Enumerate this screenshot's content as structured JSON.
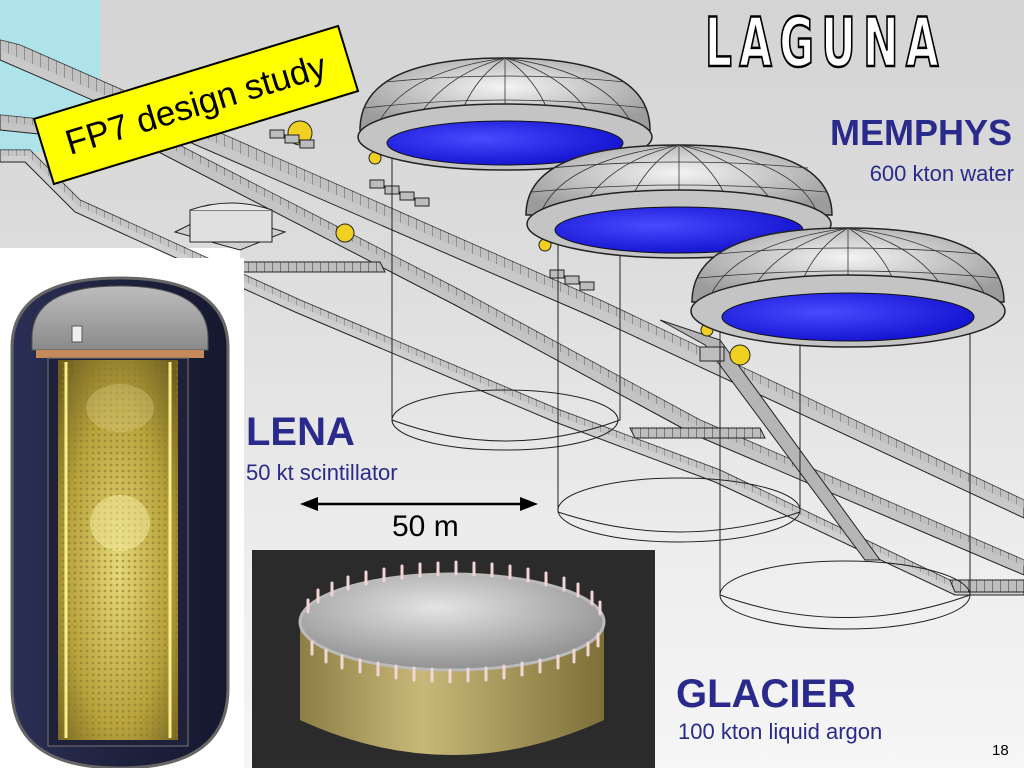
{
  "logo": {
    "text": "LAGUNA"
  },
  "tag": {
    "text": "FP7 design study"
  },
  "memphys": {
    "title": "MEMPHYS",
    "subtitle": "600 kton water"
  },
  "lena": {
    "title": "LENA",
    "subtitle": "50 kt scintillator"
  },
  "glacier": {
    "title": "GLACIER",
    "subtitle": "100 kton liquid argon"
  },
  "scale_bar": {
    "label": "50 m"
  },
  "page_number": "18",
  "colors": {
    "title_blue": "#2a2a8c",
    "tag_yellow": "#ffff00",
    "water_blue": "#1c1cf0",
    "background_gray": "#d8d8d8",
    "accent_cyan": "#aee3ea",
    "glacier_tank": "#b8a868"
  }
}
